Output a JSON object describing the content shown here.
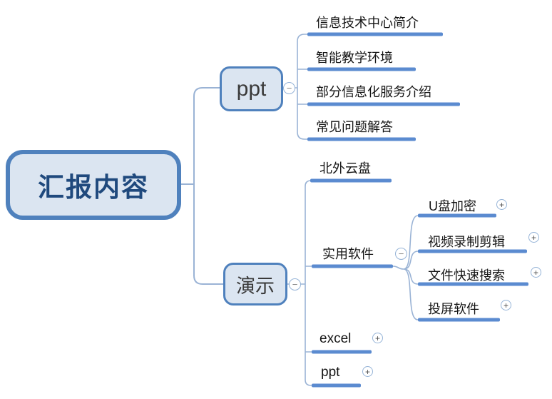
{
  "app": {
    "title": "mind-map"
  },
  "colors": {
    "node_border": "#4f81bd",
    "node_fill": "#dbe5f1",
    "root_text": "#1f497d",
    "connector_line": "#9ab3d5",
    "branch_bar": "#5b8bd0",
    "leaf_text": "#141414"
  },
  "icons": {
    "collapse_glyph": "−",
    "expand_glyph": "+"
  },
  "root": {
    "label": "汇报内容"
  },
  "branches": [
    {
      "label": "ppt",
      "state": "expanded",
      "children": [
        {
          "label": "信息技术中心简介"
        },
        {
          "label": "智能教学环境"
        },
        {
          "label": "部分信息化服务介绍"
        },
        {
          "label": "常见问题解答"
        }
      ]
    },
    {
      "label": "演示",
      "state": "expanded",
      "children": [
        {
          "label": "北外云盘"
        },
        {
          "label": "实用软件",
          "state": "expanded",
          "children": [
            {
              "label": "U盘加密",
              "state": "collapsed"
            },
            {
              "label": "视频录制剪辑",
              "state": "collapsed"
            },
            {
              "label": "文件快速搜索",
              "state": "collapsed"
            },
            {
              "label": "投屏软件",
              "state": "collapsed"
            }
          ]
        },
        {
          "label": "excel",
          "state": "collapsed"
        },
        {
          "label": "ppt",
          "state": "collapsed"
        }
      ]
    }
  ]
}
